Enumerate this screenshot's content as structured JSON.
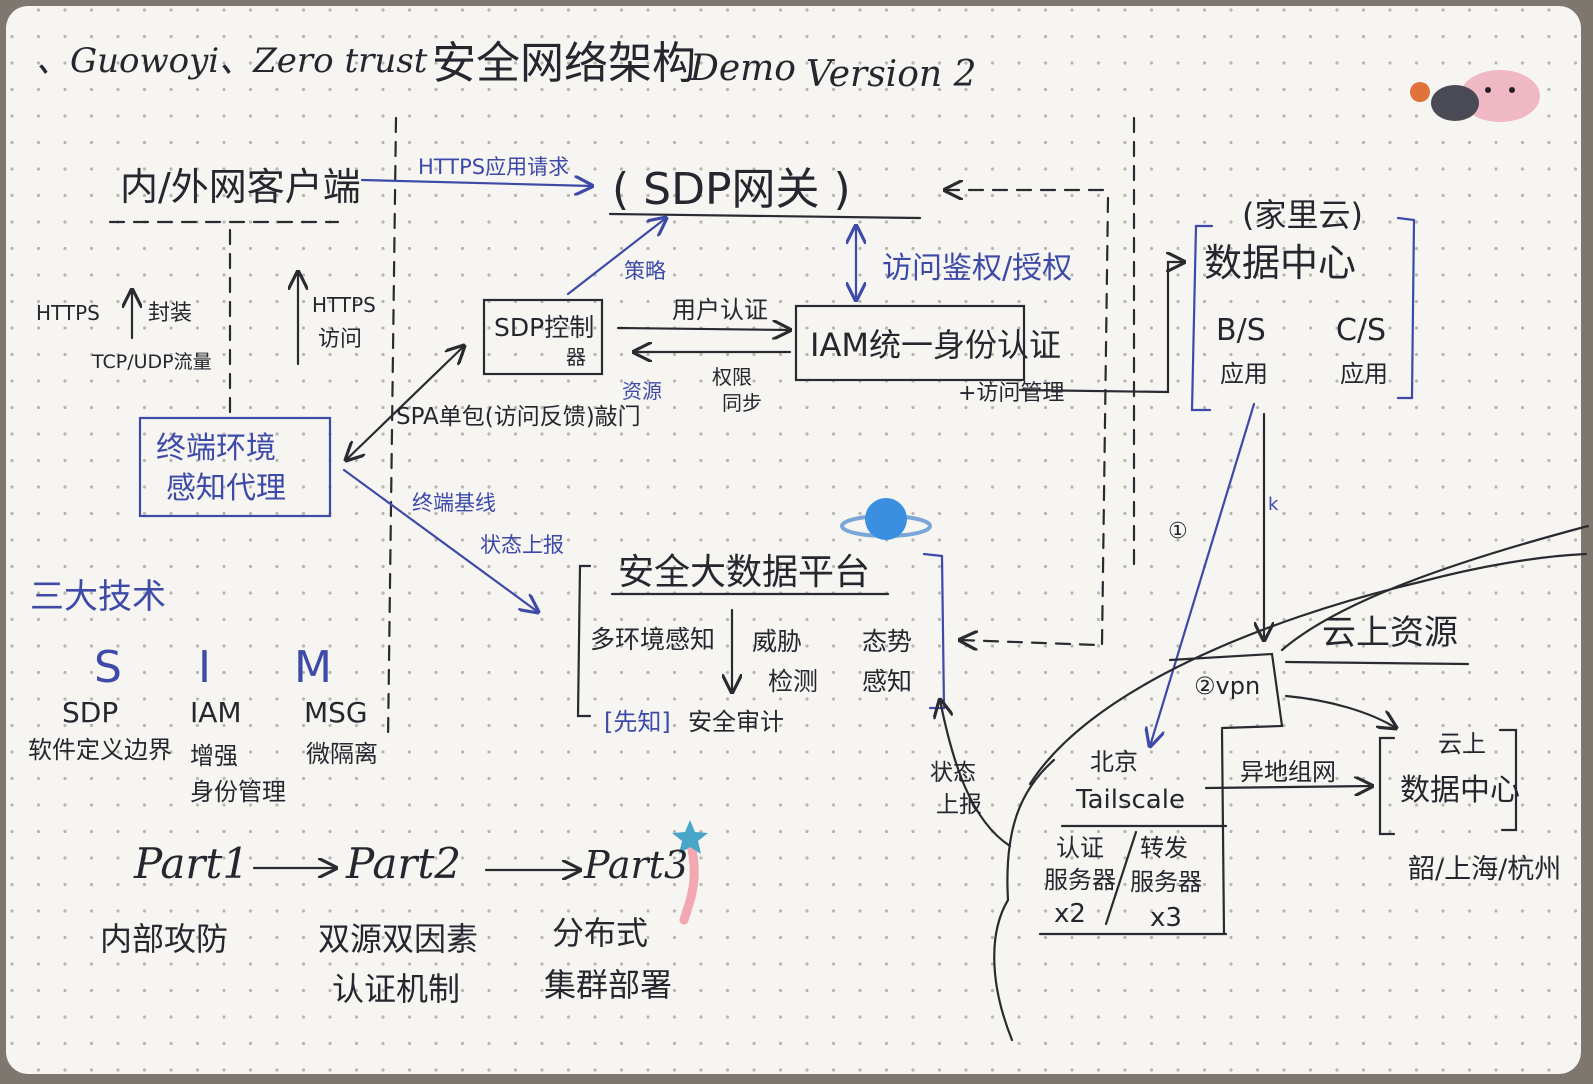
{
  "title": {
    "author": "、Guowoyi、Zero trust",
    "cn": "安全网络架构",
    "demo": "Demo",
    "version": "Version 2"
  },
  "nodes": {
    "client": "内/外网客户端",
    "sdp_gateway": "( SDP网关 )",
    "sdp_controller_1": "SDP控制",
    "sdp_controller_2": "器",
    "iam": "IAM统一身份认证",
    "terminal_1": "终端环境",
    "terminal_2": "感知代理",
    "big_data": "安全大数据平台",
    "bd_items": {
      "env": "多环境感知",
      "threat_1": "威胁",
      "threat_2": "检测",
      "situation_1": "态势",
      "situation_2": "感知",
      "audit_tag": "[先知]",
      "audit": "安全审计"
    },
    "dc_home": "(家里云)",
    "dc_title": "数据中心",
    "dc_bs_1": "B/S",
    "dc_bs_2": "应用",
    "dc_cs_1": "C/S",
    "dc_cs_2": "应用",
    "cloud_res": "云上资源",
    "vpn": "②vpn",
    "circle1": "①",
    "tailscale_1": "北京",
    "tailscale_2": "Tailscale",
    "auth_srv_1": "认证",
    "auth_srv_2": "服务器",
    "auth_srv_3": "x2",
    "relay_srv_1": "转发",
    "relay_srv_2": "服务器",
    "relay_srv_3": "x3",
    "cloud_dc_1": "云上",
    "cloud_dc_2": "数据中心",
    "cities": "韶/上海/杭州"
  },
  "edges": {
    "https_app": "HTTPS应用请求",
    "strategy": "策略",
    "access_auth": "访问鉴权/授权",
    "user_auth": "用户认证",
    "resource": "资源",
    "permission_1": "权限",
    "permission_2": "同步",
    "access_mgmt": "+访问管理",
    "https_wrap_1": "HTTPS",
    "https_wrap_2": "封装",
    "tcp_udp": "TCP/UDP流量",
    "https_access_1": "HTTPS",
    "https_access_2": "访问",
    "spa": "SPA单包(访问反馈)敲门",
    "baseline_1": "终端基线",
    "baseline_2": "状态上报",
    "state_1": "状态",
    "state_2": "上报",
    "cross_region": "异地组网",
    "k": "k"
  },
  "tech": {
    "heading": "三大技术",
    "cols": [
      {
        "letter": "S",
        "name": "SDP",
        "desc_1": "软件定义边界",
        "desc_2": ""
      },
      {
        "letter": "I",
        "name": "IAM",
        "desc_1": "增强",
        "desc_2": "身份管理"
      },
      {
        "letter": "M",
        "name": "MSG",
        "desc_1": "微隔离",
        "desc_2": ""
      }
    ]
  },
  "parts": [
    {
      "label": "Part1",
      "desc_1": "内部攻防",
      "desc_2": ""
    },
    {
      "label": "Part2",
      "desc_1": "双源双因素",
      "desc_2": "认证机制"
    },
    {
      "label": "Part3",
      "desc_1": "分布式",
      "desc_2": "集群部署"
    }
  ],
  "colors": {
    "paper": "#f6f5f2",
    "ink_black": "#26262e",
    "ink_blue": "#3d4aa8",
    "dots": "#b9b6b0",
    "table": "#7d7770"
  }
}
